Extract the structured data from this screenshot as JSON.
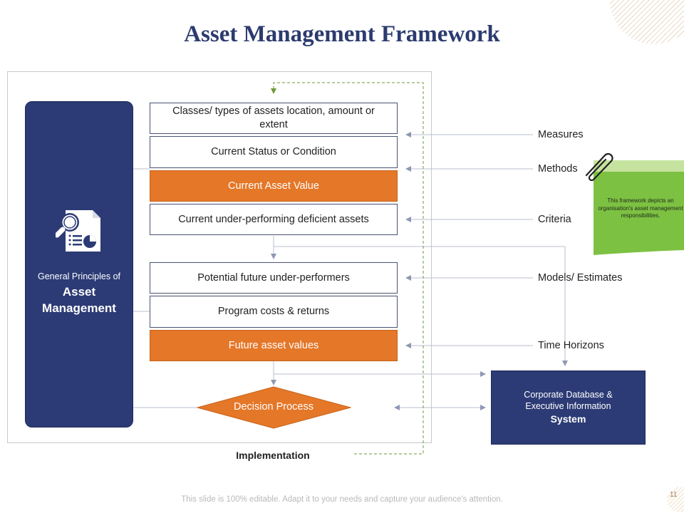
{
  "title": "Asset Management Framework",
  "left_panel": {
    "small_text": "General Principles of",
    "big_line1": "Asset",
    "big_line2": "Management",
    "icon": "document-magnifier-chart-icon"
  },
  "boxes": [
    {
      "text": "Classes/ types of assets location, amount  or extent",
      "style": "white"
    },
    {
      "text": "Current Status or Condition",
      "style": "white"
    },
    {
      "text": "Current Asset Value",
      "style": "orange"
    },
    {
      "text": "Current under-performing deficient assets",
      "style": "white"
    },
    {
      "text": "Potential future  under-performers",
      "style": "white"
    },
    {
      "text": "Program costs & returns",
      "style": "white"
    },
    {
      "text": "Future  asset values",
      "style": "orange"
    }
  ],
  "decision": "Decision Process",
  "right_labels": [
    "Measures",
    "Methods",
    "Criteria",
    "Models/ Estimates",
    "Time Horizons"
  ],
  "corporate": {
    "line1": "Corporate Database &",
    "line2": "Executive Information",
    "line3": "System"
  },
  "implementation": "Implementation",
  "note": "This framework depicts an organisation's asset management responsibilities.",
  "footer": "This slide is 100% editable. Adapt it to your needs and capture your audience's attention.",
  "page_number": "11",
  "colors": {
    "navy": "#2c3b75",
    "orange": "#e57728",
    "title": "#2c3b6f",
    "note_green": "#7dc142",
    "dashed_green": "#6b9a3a"
  }
}
